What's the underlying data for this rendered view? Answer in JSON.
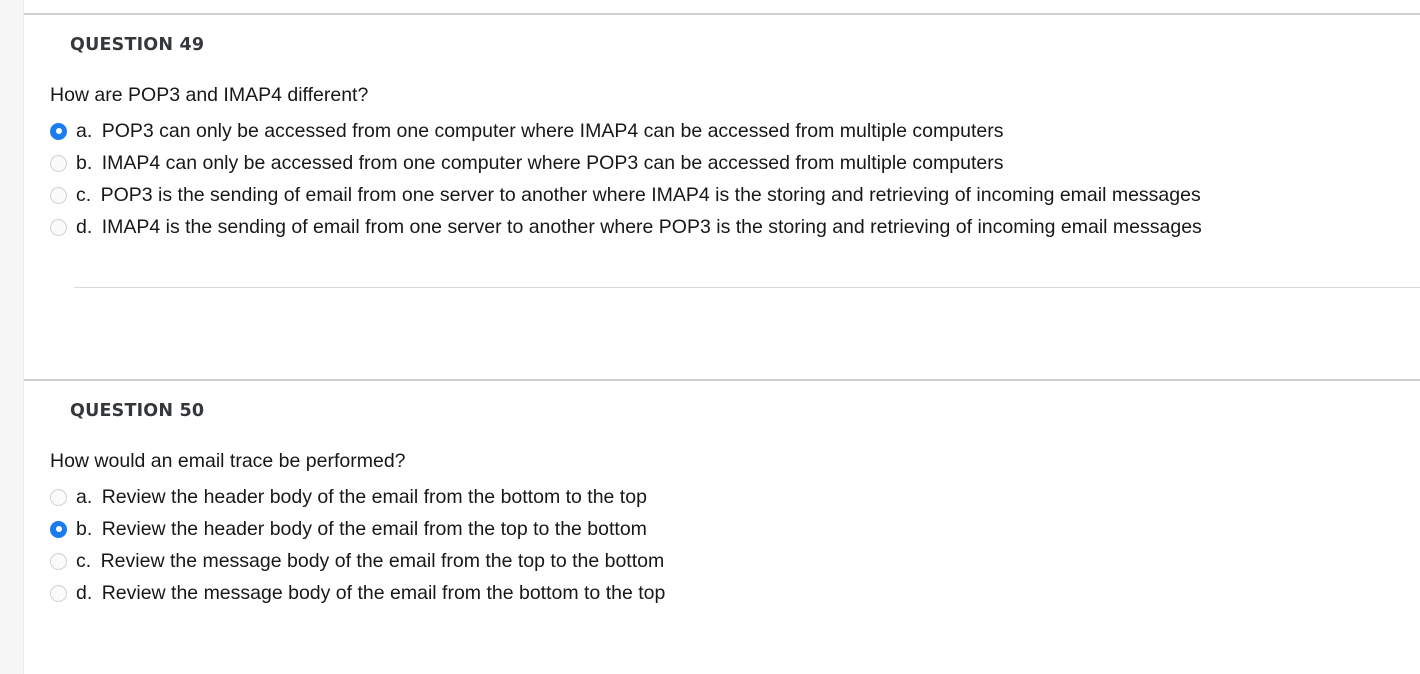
{
  "page": {
    "background_color": "#ffffff",
    "gutter_color": "#f7f7f7",
    "accent_color": "#1b7ced",
    "text_color": "#16181a",
    "header_color": "#35383b",
    "divider_color": "#d8d8d8",
    "section_border_color": "#cfcfcf"
  },
  "questions": [
    {
      "header": "QUESTION 49",
      "prompt": "How are POP3 and IMAP4 different?",
      "selected": "a",
      "answers": [
        {
          "key": "a",
          "label": "a.",
          "text": "POP3 can only be accessed from one computer where IMAP4 can be accessed from multiple computers",
          "selected": true
        },
        {
          "key": "b",
          "label": "b.",
          "text": "IMAP4 can only be accessed from one computer where POP3 can be accessed from multiple computers",
          "selected": false
        },
        {
          "key": "c",
          "label": "c.",
          "text": "POP3 is the sending of email from one server to another where IMAP4 is the storing and retrieving of incoming email messages",
          "selected": false
        },
        {
          "key": "d",
          "label": "d.",
          "text": "IMAP4 is the sending of email from one server to another where POP3 is the storing and retrieving of incoming email messages",
          "selected": false
        }
      ]
    },
    {
      "header": "QUESTION 50",
      "prompt": "How would an email trace be performed?",
      "selected": "b",
      "answers": [
        {
          "key": "a",
          "label": "a.",
          "text": "Review the header body of the email from the bottom to the top",
          "selected": false
        },
        {
          "key": "b",
          "label": "b.",
          "text": "Review the header body of the email from the top to the bottom",
          "selected": true
        },
        {
          "key": "c",
          "label": "c.",
          "text": "Review the message body of the email from the top to the bottom",
          "selected": false
        },
        {
          "key": "d",
          "label": "d.",
          "text": "Review the message body of the email from the bottom to the top",
          "selected": false
        }
      ]
    }
  ]
}
